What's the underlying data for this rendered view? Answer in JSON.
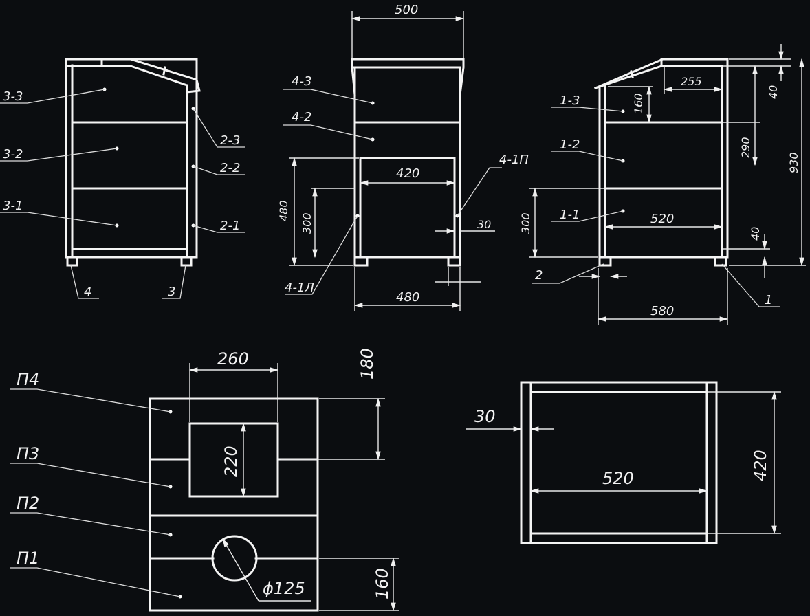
{
  "front_view": {
    "labels": [
      "3-3",
      "3-2",
      "3-1",
      "2-3",
      "2-2",
      "2-1",
      "4",
      "3"
    ]
  },
  "side_view": {
    "labels": [
      "4-3",
      "4-2",
      "4-1П",
      "4-1Л"
    ],
    "dims": {
      "top_width": "500",
      "inner_width": "420",
      "height_480": "480",
      "height_300": "300",
      "thickness": "30",
      "bottom_width": "480"
    }
  },
  "right_view": {
    "labels": [
      "1-3",
      "1-2",
      "1-1",
      "2",
      "1"
    ],
    "dims": {
      "d255": "255",
      "d160": "160",
      "d40_top": "40",
      "d290": "290",
      "d930": "930",
      "d300": "300",
      "d520": "520",
      "d40_bot": "40",
      "d580": "580"
    }
  },
  "panel_view": {
    "labels": [
      "П4",
      "П3",
      "П2",
      "П1"
    ],
    "dims": {
      "d260": "260",
      "d180": "180",
      "d220": "220",
      "d125": "ϕ125",
      "d160": "160"
    }
  },
  "top_view": {
    "dims": {
      "d30": "30",
      "d520": "520",
      "d420": "420"
    }
  },
  "colors": {
    "background": "#0b0d10",
    "lines": "#f4f4f4"
  }
}
